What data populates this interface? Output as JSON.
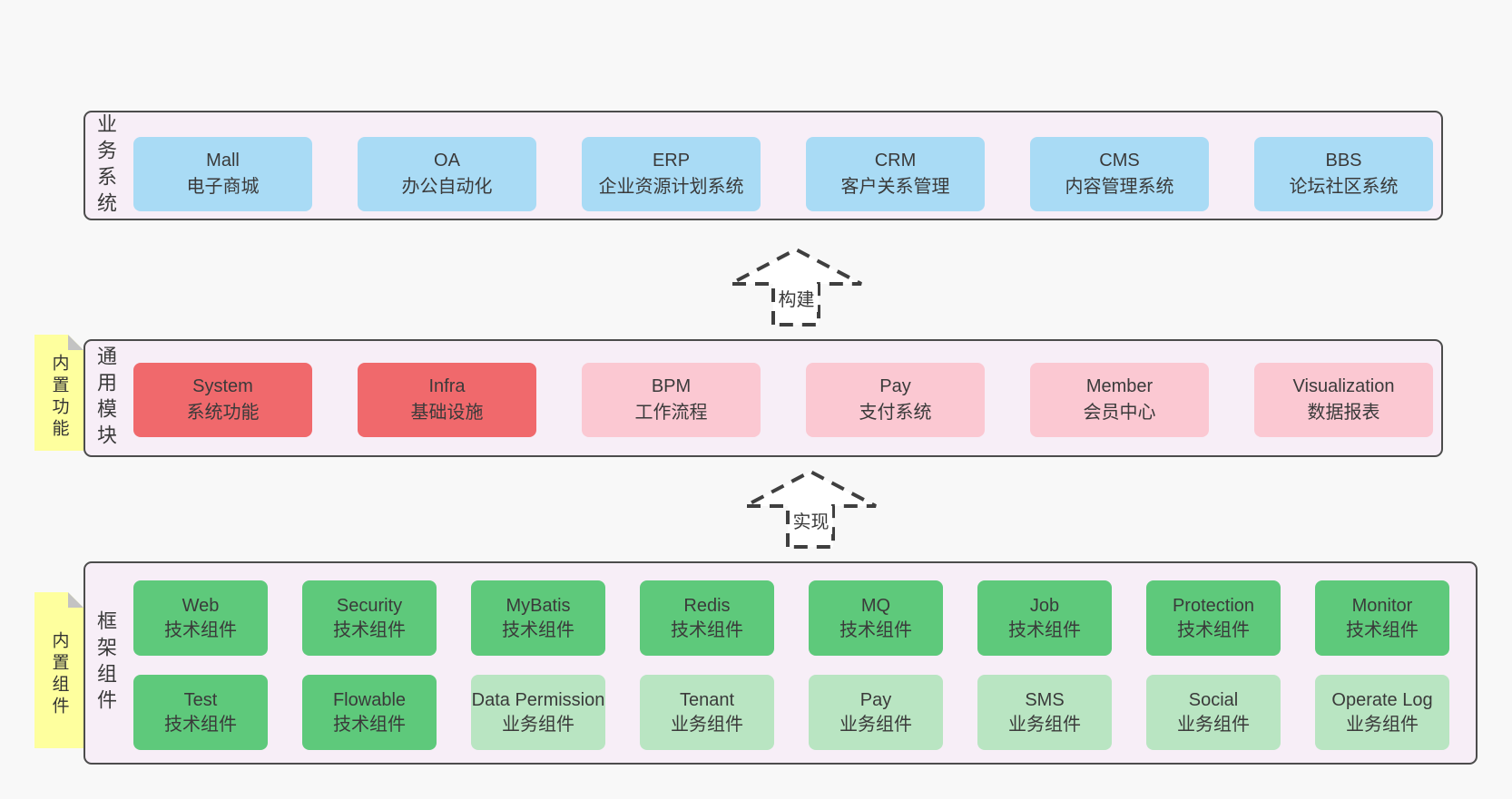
{
  "colors": {
    "page_bg": "#f8f8f8",
    "container_bg": "#f7eef7",
    "container_border": "#4c4c4c",
    "blue": "#a9dbf5",
    "red": "#f0696c",
    "pink": "#fbc8d2",
    "green": "#5ec97b",
    "light_green": "#b9e5c2",
    "note_yellow": "#feff9e",
    "note_fold": "#c3c3c3",
    "text": "#3a3a3a"
  },
  "layers": {
    "business": {
      "label": "业务系统",
      "boxes": [
        {
          "title": "Mall",
          "subtitle": "电子商城",
          "variant": "blue"
        },
        {
          "title": "OA",
          "subtitle": "办公自动化",
          "variant": "blue"
        },
        {
          "title": "ERP",
          "subtitle": "企业资源计划系统",
          "variant": "blue"
        },
        {
          "title": "CRM",
          "subtitle": "客户关系管理",
          "variant": "blue"
        },
        {
          "title": "CMS",
          "subtitle": "内容管理系统",
          "variant": "blue"
        },
        {
          "title": "BBS",
          "subtitle": "论坛社区系统",
          "variant": "blue"
        }
      ]
    },
    "modules": {
      "label": "通用模块",
      "note": "内置功能",
      "boxes": [
        {
          "title": "System",
          "subtitle": "系统功能",
          "variant": "red"
        },
        {
          "title": "Infra",
          "subtitle": "基础设施",
          "variant": "red"
        },
        {
          "title": "BPM",
          "subtitle": "工作流程",
          "variant": "pink"
        },
        {
          "title": "Pay",
          "subtitle": "支付系统",
          "variant": "pink"
        },
        {
          "title": "Member",
          "subtitle": "会员中心",
          "variant": "pink"
        },
        {
          "title": "Visualization",
          "subtitle": "数据报表",
          "variant": "pink"
        }
      ]
    },
    "framework": {
      "label": "框架组件",
      "note": "内置组件",
      "row1": [
        {
          "title": "Web",
          "subtitle": "技术组件",
          "variant": "green"
        },
        {
          "title": "Security",
          "subtitle": "技术组件",
          "variant": "green"
        },
        {
          "title": "MyBatis",
          "subtitle": "技术组件",
          "variant": "green"
        },
        {
          "title": "Redis",
          "subtitle": "技术组件",
          "variant": "green"
        },
        {
          "title": "MQ",
          "subtitle": "技术组件",
          "variant": "green"
        },
        {
          "title": "Job",
          "subtitle": "技术组件",
          "variant": "green"
        },
        {
          "title": "Protection",
          "subtitle": "技术组件",
          "variant": "green"
        },
        {
          "title": "Monitor",
          "subtitle": "技术组件",
          "variant": "green"
        }
      ],
      "row2": [
        {
          "title": "Test",
          "subtitle": "技术组件",
          "variant": "green"
        },
        {
          "title": "Flowable",
          "subtitle": "技术组件",
          "variant": "green"
        },
        {
          "title": "Data Permission",
          "subtitle": "业务组件",
          "variant": "lightgreen"
        },
        {
          "title": "Tenant",
          "subtitle": "业务组件",
          "variant": "lightgreen"
        },
        {
          "title": "Pay",
          "subtitle": "业务组件",
          "variant": "lightgreen"
        },
        {
          "title": "SMS",
          "subtitle": "业务组件",
          "variant": "lightgreen"
        },
        {
          "title": "Social",
          "subtitle": "业务组件",
          "variant": "lightgreen"
        },
        {
          "title": "Operate Log",
          "subtitle": "业务组件",
          "variant": "lightgreen"
        }
      ]
    }
  },
  "arrows": {
    "build": {
      "label": "构建"
    },
    "implement": {
      "label": "实现"
    }
  }
}
